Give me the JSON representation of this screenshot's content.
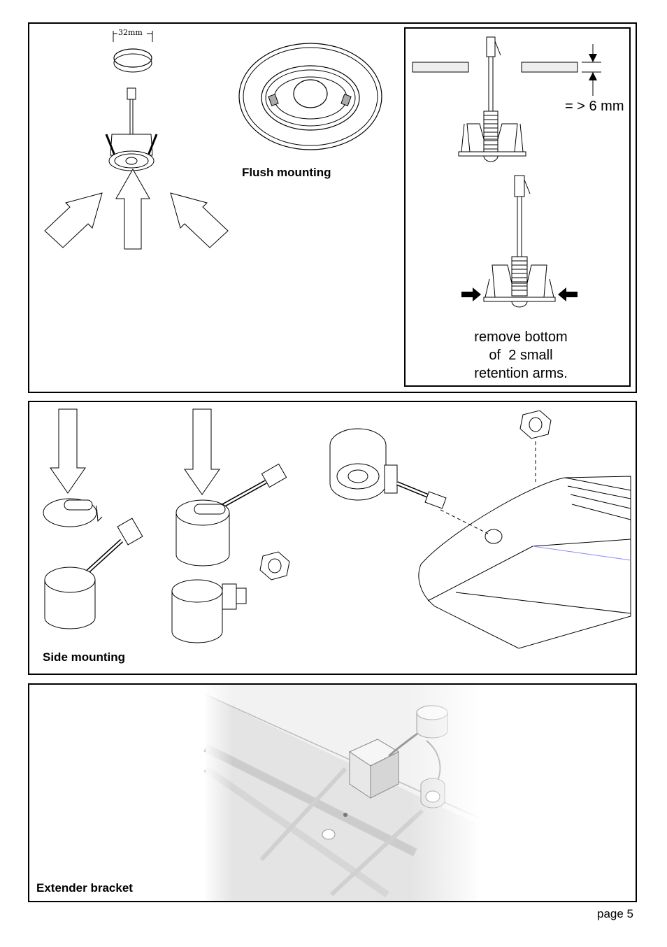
{
  "panel1": {
    "dimension_label": "32mm",
    "flush_label": "Flush mounting",
    "depth_label": "= > 6 mm",
    "note_lines": [
      "remove bottom",
      "of  2 small",
      "retention arms."
    ]
  },
  "panel2": {
    "side_label": "Side mounting"
  },
  "panel3": {
    "extender_label": "Extender bracket"
  },
  "footer": {
    "page": "page 5"
  }
}
